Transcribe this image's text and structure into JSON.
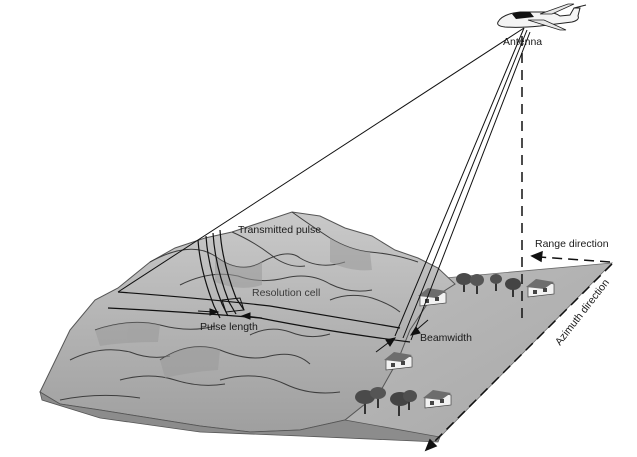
{
  "labels": {
    "antenna": "Antenna",
    "transmitted_pulse": "Transmitted pulse",
    "resolution_cell": "Resolution cell",
    "pulse_length": "Pulse length",
    "beamwidth": "Beamwidth",
    "range_direction": "Range direction",
    "azimuth_direction": "Azimuth direction"
  },
  "colors": {
    "terrain_light": "#bfbfbf",
    "terrain_mid": "#a9a9a9",
    "terrain_shadow": "#8a8a8a",
    "ground": "#b3b3b3",
    "ink": "#111111"
  }
}
